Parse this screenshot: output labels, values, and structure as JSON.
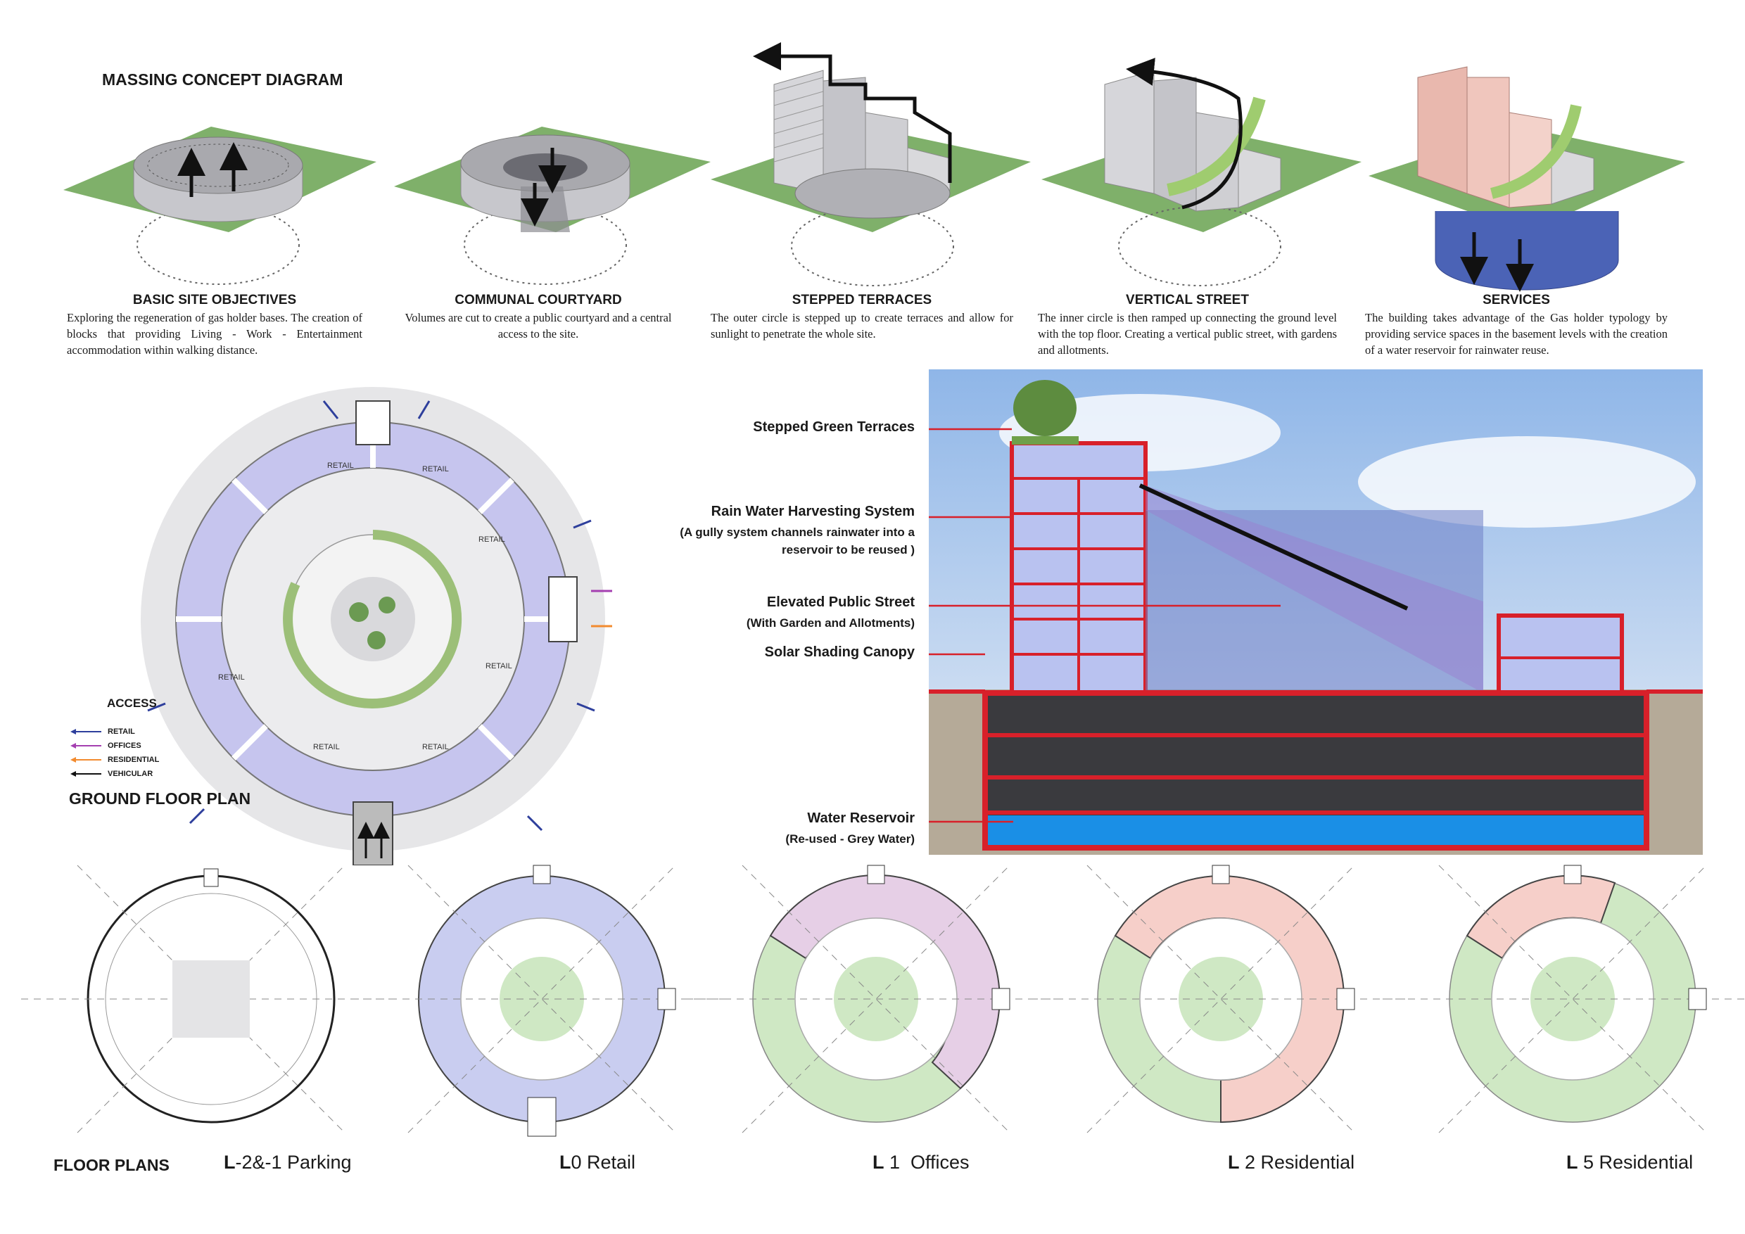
{
  "massing": {
    "title": "MASSING CONCEPT DIAGRAM",
    "stages": [
      {
        "title": "BASIC SITE OBJECTIVES",
        "desc": "Exploring the regeneration of gas holder bases. The creation of blocks that providing Living - Work - Entertainment accommodation within walking distance."
      },
      {
        "title": "COMMUNAL COURTYARD",
        "desc": "Volumes are cut to create a public courtyard and a central access to the site."
      },
      {
        "title": "STEPPED TERRACES",
        "desc": "The outer circle is stepped up to create terraces and allow for sunlight to penetrate the whole site."
      },
      {
        "title": "VERTICAL STREET",
        "desc": "The inner circle is then ramped up connecting the ground level with the top floor. Creating a vertical public street, with gardens and allotments."
      },
      {
        "title": "SERVICES",
        "desc": "The building takes advantage of the Gas holder typology by providing service spaces  in the basement levels with the creation of a water reservoir for rainwater reuse."
      }
    ]
  },
  "ground_plan": {
    "title": "GROUND FLOOR PLAN",
    "unit_label": "RETAIL",
    "legend": {
      "title": "ACCESS",
      "items": [
        {
          "label": "RETAIL",
          "color": "#2e3f9c"
        },
        {
          "label": "OFFICES",
          "color": "#a43fb0"
        },
        {
          "label": "RESIDENTIAL",
          "color": "#f28b2f"
        },
        {
          "label": "VEHICULAR",
          "color": "#111111"
        }
      ]
    }
  },
  "section": {
    "labels": [
      {
        "main": "Stepped Green Terraces",
        "sub": ""
      },
      {
        "main": "Rain Water Harvesting System",
        "sub": "(A gully system channels rainwater into a reservoir to be reused )"
      },
      {
        "main": "Elevated Public Street",
        "sub": "(With Garden and Allotments)"
      },
      {
        "main": "Solar Shading Canopy",
        "sub": ""
      },
      {
        "main": "Water Reservoir",
        "sub": "(Re-used - Grey Water)"
      }
    ],
    "colors": {
      "structure": "#d8202a",
      "water": "#1a8fe6",
      "glass": "#9aa8e0"
    }
  },
  "floor_plans": {
    "title": "FLOOR PLANS",
    "plans": [
      {
        "code": "L",
        "rest": "-2&-1 Parking"
      },
      {
        "code": "L",
        "rest": "0 Retail"
      },
      {
        "code": "L",
        "rest": " 1  Offices"
      },
      {
        "code": "L",
        "rest": " 2 Residential"
      },
      {
        "code": "L",
        "rest": " 5 Residential"
      }
    ],
    "colors": {
      "retail": "#c9cdf0",
      "offices": "#e6cfe6",
      "residential": "#f6cfc9",
      "garden": "#cfe8c4"
    }
  }
}
